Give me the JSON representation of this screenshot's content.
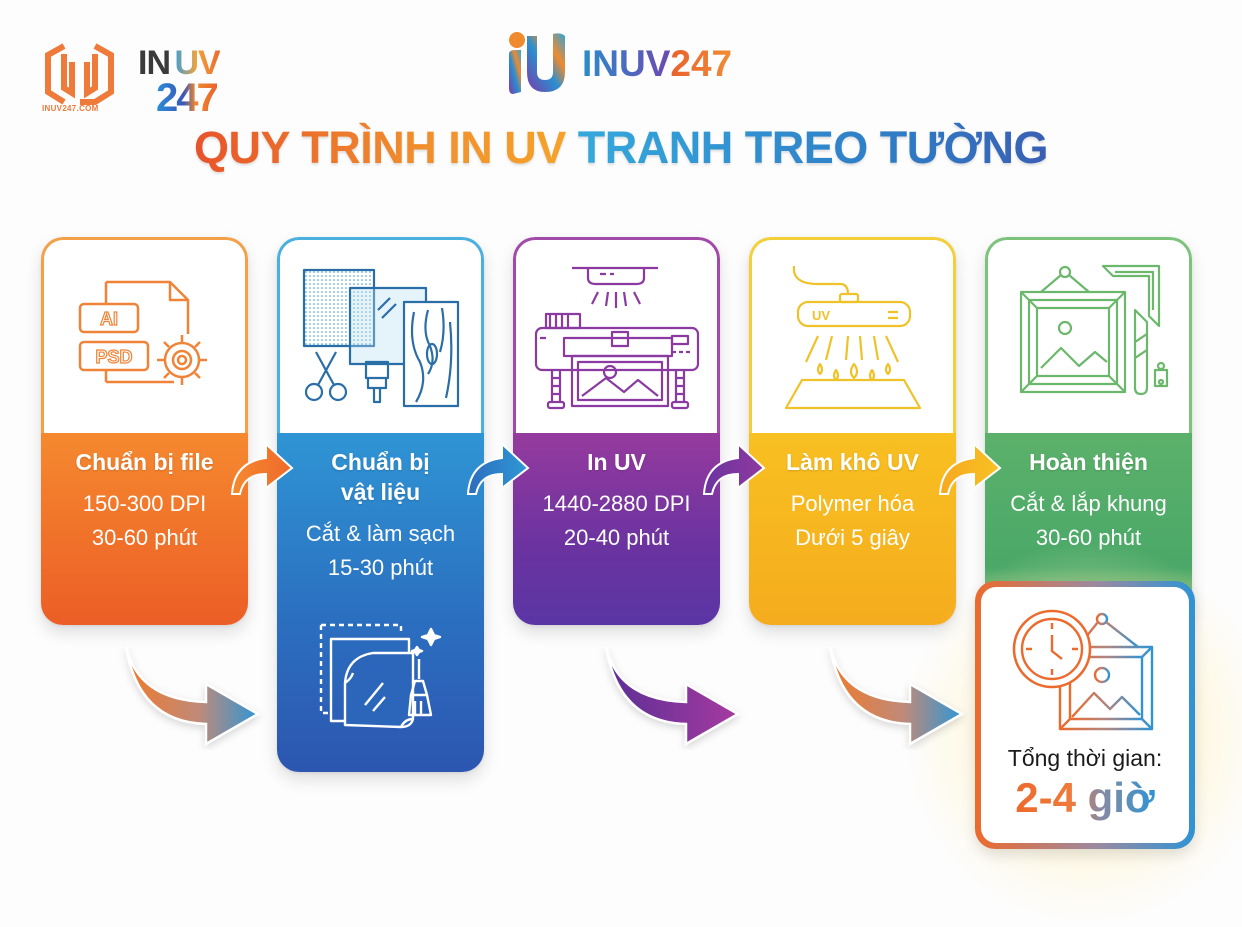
{
  "header": {
    "left_logo": {
      "icon": "inuv-hexagon-logo-icon",
      "url_text": "INUV247.COM",
      "wordmark_in": "IN",
      "wordmark_uv": "UV",
      "wordmark_247": "247"
    },
    "center_logo": {
      "icon": "inuv-iu-logo-icon",
      "text_inuv": "INUV",
      "text_247": "247"
    },
    "title_part1": "QUY TRÌNH IN UV",
    "title_part2": "TRANH TREO TƯỜNG"
  },
  "steps": [
    {
      "title": "Chuẩn bị file",
      "line1": "150-300 DPI",
      "line2": "30-60 phút",
      "icon": "file-ai-psd-gear-icon",
      "color": "#f07a2c",
      "icon_labels": [
        "AI",
        "PSD"
      ]
    },
    {
      "title_line1": "Chuẩn bị",
      "title_line2": "vật liệu",
      "line1": "Cắt & làm sạch",
      "line2": "15-30 phút",
      "icon": "materials-scissors-brush-wood-icon",
      "sub_icon": "clean-glass-sheet-brush-icon",
      "color": "#2f7ac4"
    },
    {
      "title": "In UV",
      "line1": "1440-2880 DPI",
      "line2": "20-40 phút",
      "icon": "uv-printer-icon",
      "color": "#7a36a2"
    },
    {
      "title": "Làm khô UV",
      "line1": "Polymer hóa",
      "line2": "Dưới 5 giây",
      "icon": "uv-lamp-curing-icon",
      "icon_label": "UV",
      "color": "#f7b51f"
    },
    {
      "title": "Hoàn thiện",
      "line1": "Cắt & lắp khung",
      "line2": "30-60 phút",
      "icon": "picture-frame-tools-icon",
      "color": "#52ad68"
    }
  ],
  "total": {
    "label": "Tổng thời gian:",
    "value": "2-4 giờ",
    "icon": "clock-picture-frame-icon"
  },
  "colors": {
    "orange": "#f07a2c",
    "blue": "#2f7ac4",
    "purple": "#7a36a2",
    "yellow": "#f7b51f",
    "green": "#52ad68"
  }
}
